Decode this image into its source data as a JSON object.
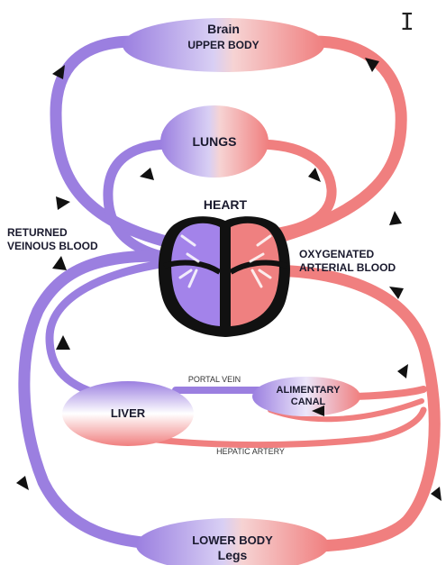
{
  "labels": {
    "brain": "Brain",
    "upper_body": "UPPER BODY",
    "lungs": "LUNGS",
    "heart": "HEART",
    "returned_1": "RETURNED",
    "returned_2": "VEINOUS BLOOD",
    "oxygenated_1": "OXYGENATED",
    "oxygenated_2": "ARTERIAL BLOOD",
    "liver": "LIVER",
    "alimentary_1": "ALIMENTARY",
    "alimentary_2": "CANAL",
    "portal_vein": "PORTAL VEIN",
    "hepatic_artery": "HEPATIC ARTERY",
    "lower_body": "LOWER BODY",
    "legs": "Legs"
  },
  "colors": {
    "venous": "#9b7fe0",
    "arterial": "#f07f7f",
    "heart_left": "#a383ea",
    "heart_right": "#ef8080",
    "outline": "#111111",
    "arrow": "#111111"
  },
  "cursor": "I"
}
